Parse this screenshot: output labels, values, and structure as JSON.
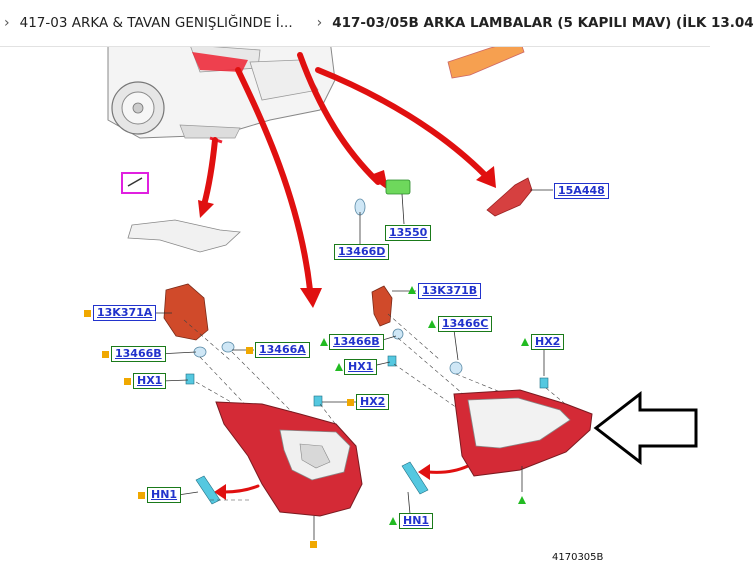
{
  "tabs": [
    {
      "label": "417-03 ARKA & TAVAN GENIŞLIĞINDE İ..."
    },
    {
      "label": "417-03/05B ARKA LAMBALAR (5 KAPILI MAV) (İLK 13.04"
    }
  ],
  "callouts": {
    "c15A448": "15A448",
    "c13550": "13550",
    "c13466D": "13466D",
    "c13K371A": "13K371A",
    "c13466B_l": "13466B",
    "c13466A": "13466A",
    "cHX1_l": "HX1",
    "cHX2_l": "HX2",
    "cHN1_l": "HN1",
    "c13K371B": "13K371B",
    "c13466C": "13466C",
    "c13466B_r": "13466B",
    "cHX1_r": "HX1",
    "cHX2_r": "HX2",
    "cHN1_r": "HN1"
  },
  "figure_id": "4170305B",
  "colors": {
    "arrow": "#e01010",
    "lamp": "#d42a36",
    "label_blue": "#2233cc",
    "label_green_border": "#1a7a1a",
    "square_marker": "#f0a800",
    "triangle_marker": "#22bb22"
  }
}
